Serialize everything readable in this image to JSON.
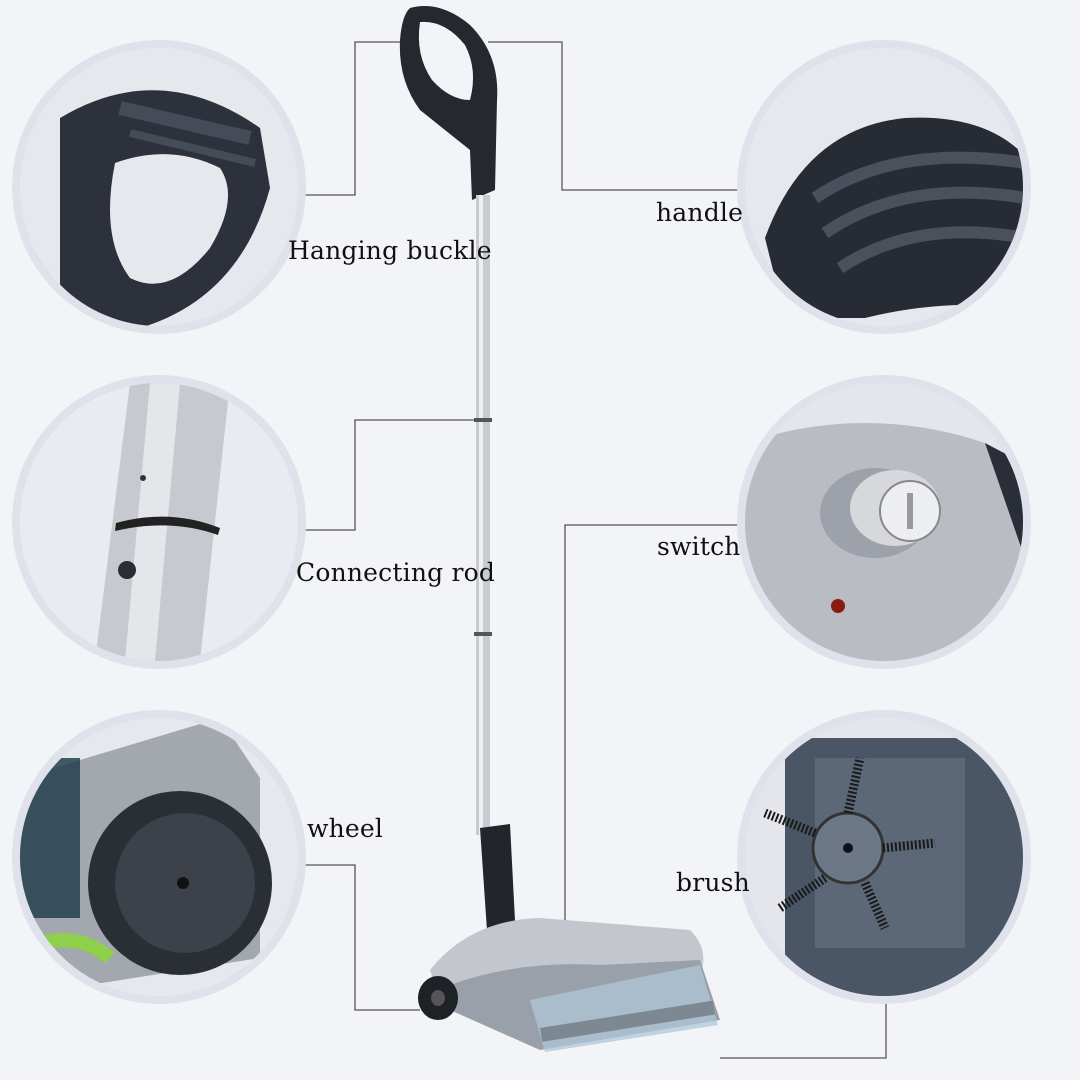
{
  "labels": {
    "hanging_buckle": "Hanging buckle",
    "handle": "handle",
    "connecting_rod": "Connecting rod",
    "switch": "switch",
    "wheel": "wheel",
    "brush": "brush"
  },
  "colors": {
    "background": "#f3f4f7",
    "circle_ring": "#dfe2ea",
    "dark_plastic": "#2b2f38",
    "silver": "#c9ccd2",
    "leader_line": "#555555"
  }
}
